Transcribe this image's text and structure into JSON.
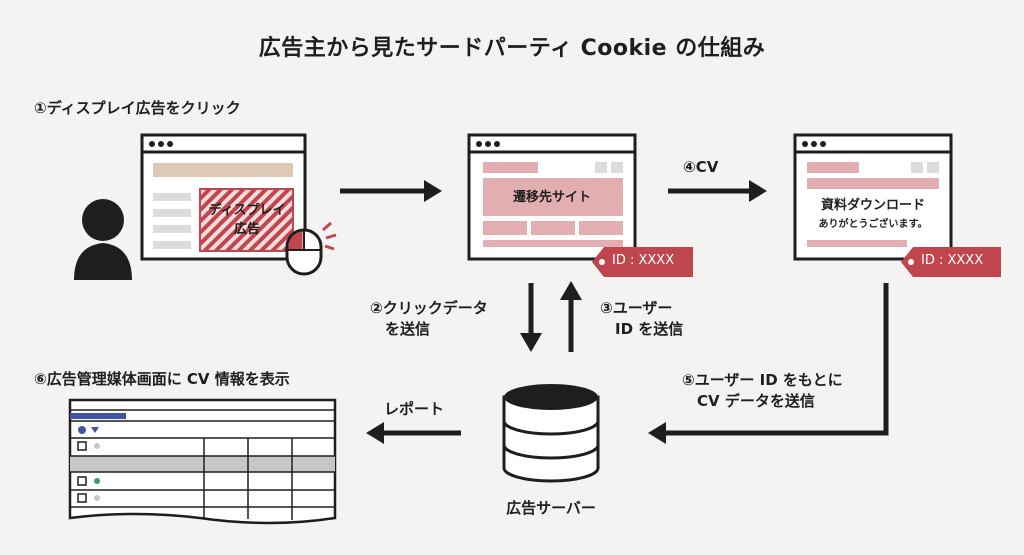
{
  "title": "広告主から見たサードパーティ Cookie の仕組み",
  "steps": {
    "s1": "①ディスプレイ広告をクリック",
    "s2": "②クリックデータ\n　を送信",
    "s3": "③ユーザー\n　ID を送信",
    "s4": "④CV",
    "s5": "⑤ユーザー ID をもとに\n　CV データを送信",
    "s6": "⑥広告管理媒体画面に CV 情報を表示"
  },
  "browser1": {
    "ad_label": "ディスプレイ\n広告"
  },
  "browser2": {
    "label": "遷移先サイト",
    "tag": "ID : XXXX"
  },
  "browser3": {
    "line1": "資料ダウンロード",
    "line2": "ありがとうございます。",
    "tag": "ID : XXXX"
  },
  "server": {
    "label": "広告サーバー"
  },
  "report": {
    "label": "レポート"
  },
  "colors": {
    "accent": "#c0464e",
    "accent_light": "#e2aeb2",
    "line": "#1e1e1e",
    "beige": "#ddc9b4",
    "gray": "#dedcdb",
    "report_blue": "#3f55a8",
    "report_green": "#3e9a66"
  }
}
